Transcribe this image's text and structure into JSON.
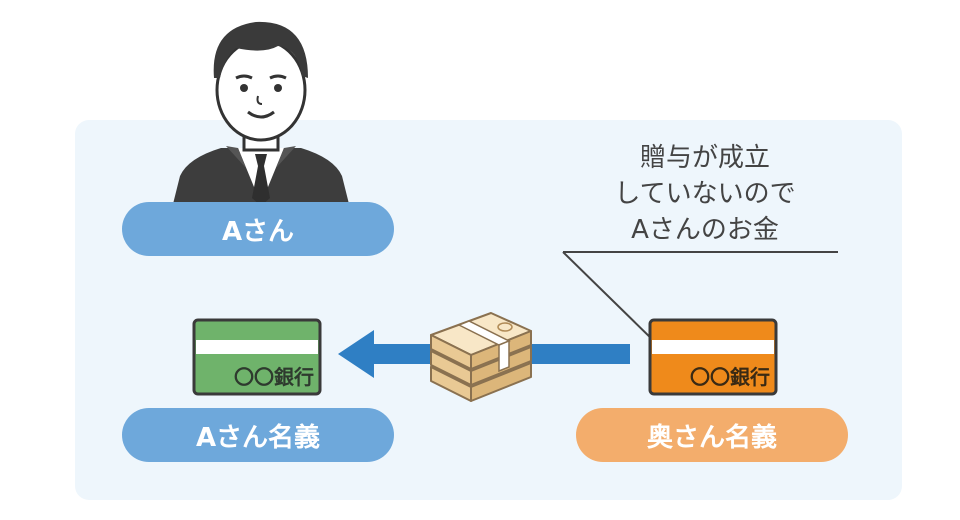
{
  "person": {
    "name_label": "Aさん"
  },
  "left_account": {
    "bank_label": "〇〇銀行",
    "holder_label": "Aさん名義",
    "color": "#6fb36b"
  },
  "right_account": {
    "bank_label": "〇〇銀行",
    "holder_label": "奥さん名義",
    "color": "#ef8a1b"
  },
  "note": {
    "lines": [
      "贈与が成立",
      "していないので",
      "Aさんのお金"
    ]
  },
  "colors": {
    "panel": "#eef6fc",
    "pill_blue": "#6ea8db",
    "pill_orange": "#f3ad6c",
    "arrow": "#2f7fc4",
    "money": "#f3d8a8"
  },
  "icons": [
    "businessman-icon",
    "bank-card-icon",
    "money-stack-icon",
    "arrow-left-icon"
  ]
}
